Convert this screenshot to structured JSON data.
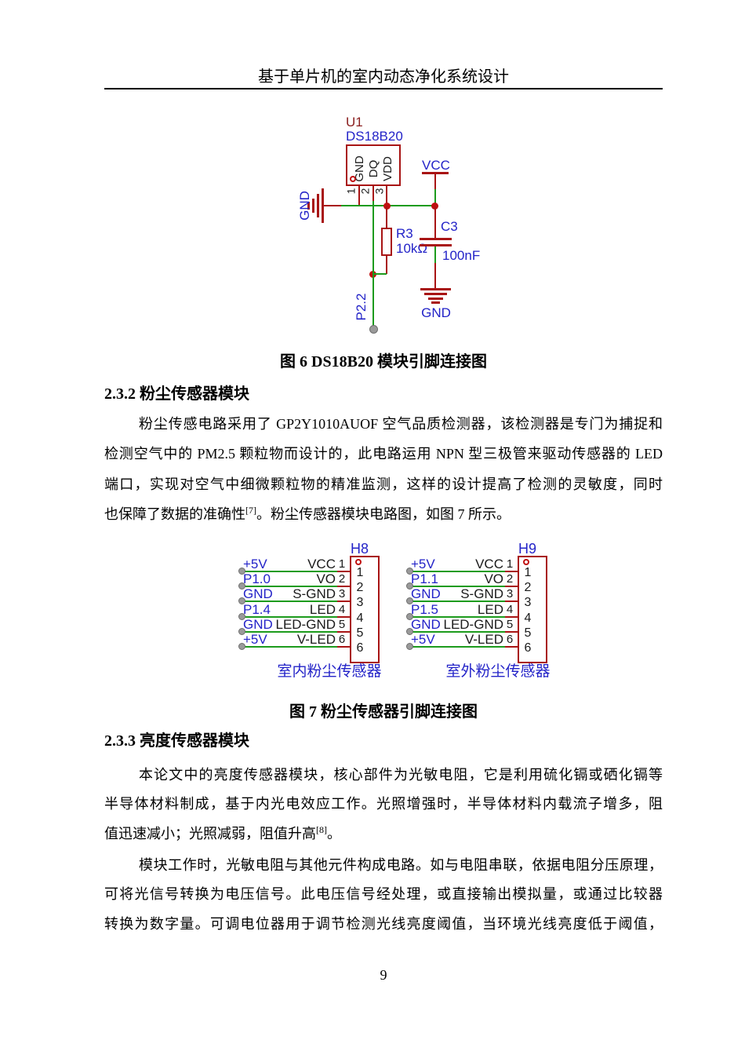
{
  "header": {
    "title": "基于单片机的室内动态净化系统设计"
  },
  "figure6": {
    "designator": "U1",
    "part": "DS18B20",
    "chip_pins": [
      "GND",
      "DQ",
      "VDD"
    ],
    "chip_pin_numbers": [
      "1",
      "2",
      "3"
    ],
    "vcc": "VCC",
    "gnd_left": "GND",
    "gnd_bottom": "GND",
    "r3_name": "R3",
    "r3_value": "10kΩ",
    "c3_name": "C3",
    "c3_value": "100nF",
    "p22": "P2.2",
    "caption": "图 6 DS18B20 模块引脚连接图"
  },
  "section232": {
    "heading": "2.3.2 粉尘传感器模块",
    "para": {
      "l1": "粉尘传感电路采用了 GP2Y1010AUOF 空气品质检测器，该检测器是专门为捕捉和",
      "l2": "检测空气中的 PM2.5 颗粒物而设计的，此电路运用 NPN 型三极管来驱动传感器的 LED",
      "l3": "端口，实现对空气中细微颗粒物的精准监测，这样的设计提高了检测的灵敏度，同时",
      "l4_pre": "也保障了数据的准确性",
      "l4_sup": "[7]",
      "l4_post": "。粉尘传感器模块电路图，如图 7 所示。"
    }
  },
  "figure7": {
    "pin_numbers": [
      "1",
      "2",
      "3",
      "4",
      "5",
      "6"
    ],
    "h8": {
      "label": "H8",
      "nets": [
        "+5V",
        "P1.0",
        "GND",
        "P1.4",
        "GND",
        "+5V"
      ],
      "pins": [
        "VCC",
        "VO",
        "S-GND",
        "LED",
        "LED-GND",
        "V-LED"
      ],
      "title": "室内粉尘传感器"
    },
    "h9": {
      "label": "H9",
      "nets": [
        "+5V",
        "P1.1",
        "GND",
        "P1.5",
        "GND",
        "+5V"
      ],
      "pins": [
        "VCC",
        "VO",
        "S-GND",
        "LED",
        "LED-GND",
        "V-LED"
      ],
      "title": "室外粉尘传感器"
    },
    "caption": "图 7 粉尘传感器引脚连接图"
  },
  "section233": {
    "heading": "2.3.3 亮度传感器模块",
    "para1": {
      "l1": "本论文中的亮度传感器模块，核心部件为光敏电阻，它是利用硫化镉或硒化镉等",
      "l2": "半导体材料制成，基于内光电效应工作。光照增强时，半导体材料内载流子增多，阻",
      "l3_pre": "值迅速减小；光照减弱，阻值升高",
      "l3_sup": "[8]",
      "l3_post": "。"
    },
    "para2": {
      "l1": "模块工作时，光敏电阻与其他元件构成电路。如与电阻串联，依据电阻分压原理，",
      "l2": "可将光信号转换为电压信号。此电压信号经处理，或直接输出模拟量，或通过比较器",
      "l3": "转换为数字量。可调电位器用于调节检测光线亮度阈值，当环境光线亮度低于阈值，"
    }
  },
  "page_number": "9",
  "colors": {
    "wire_green": "#1d9b1d",
    "component_red": "#a81414",
    "junction_red": "#c01010",
    "designator_red": "#8b2020",
    "label_blue": "#2323c8",
    "terminal_gray": "#9a9a9a"
  }
}
